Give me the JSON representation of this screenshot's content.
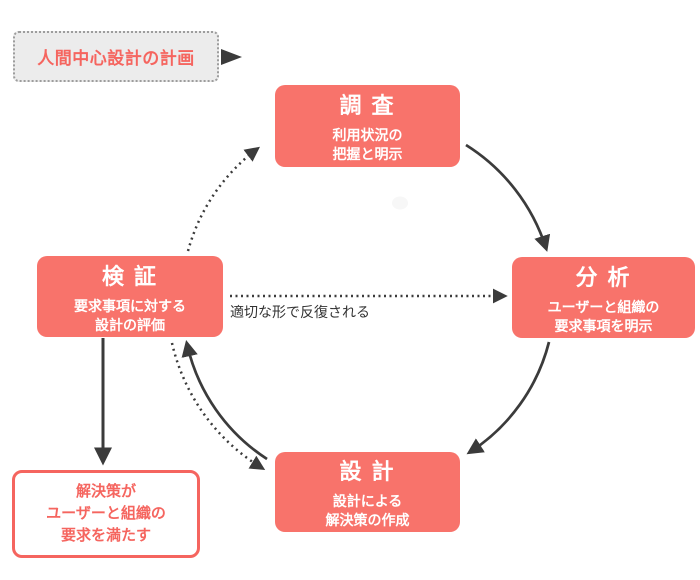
{
  "plan": {
    "label": "人間中心設計の計画"
  },
  "nodes": {
    "survey": {
      "title": "調 査",
      "line1": "利用状況の",
      "line2": "把握と明示"
    },
    "analysis": {
      "title": "分 析",
      "line1": "ユーザーと組織の",
      "line2": "要求事項を明示"
    },
    "verification": {
      "title": "検 証",
      "line1": "要求事項に対する",
      "line2": "設計の評価"
    },
    "design": {
      "title": "設 計",
      "line1": "設計による",
      "line2": "解決策の作成"
    }
  },
  "outcome": {
    "line1": "解決策が",
    "line2": "ユーザーと組織の",
    "line3": "要求を満たす"
  },
  "iteration_note": "適切な形で反復される",
  "colors": {
    "box_fill": "#f8736b",
    "outline_red": "#f5655f",
    "arrow": "#3b3b3b",
    "plan_box_bg": "#ececec",
    "plan_box_border": "#9d9d9d",
    "note_text": "#333333"
  }
}
